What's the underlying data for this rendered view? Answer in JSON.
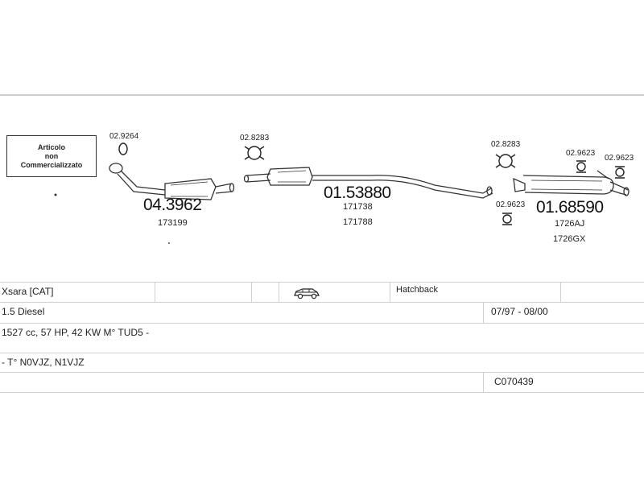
{
  "notice": {
    "line1": "Articolo",
    "line2": "non",
    "line3": "Commercializzato"
  },
  "parts": {
    "cat_bracket_ref": "02.9264",
    "catalyst_number": "04.3962",
    "catalyst_code": "173199",
    "mid_clamp_ref": "02.8283",
    "mid_number": "01.53880",
    "mid_code1": "171738",
    "mid_code2": "171788",
    "rear_clamp_ref": "02.8283",
    "rear_hanger_ref_a": "02.9623",
    "rear_hanger_ref_b": "02.9623",
    "rear_hanger_ref_c": "02.9623",
    "rear_number": "01.68590",
    "rear_code1": "1726AJ",
    "rear_code2": "1726GX"
  },
  "vehicle": {
    "model": "Xsara  [CAT]",
    "body": "Hatchback",
    "engine": "1.5 Diesel",
    "years": "07/97 - 08/00",
    "specs": "1527 cc, 57 HP, 42 KW M° TUD5 -",
    "engine_codes": "- T° N0VJZ, N1VJZ",
    "catalog_code": "C070439"
  },
  "icons": {
    "car": "car-side-icon",
    "clamp": "clamp-icon",
    "hanger": "rubber-hanger-icon",
    "gasket": "gasket-ring-icon"
  }
}
